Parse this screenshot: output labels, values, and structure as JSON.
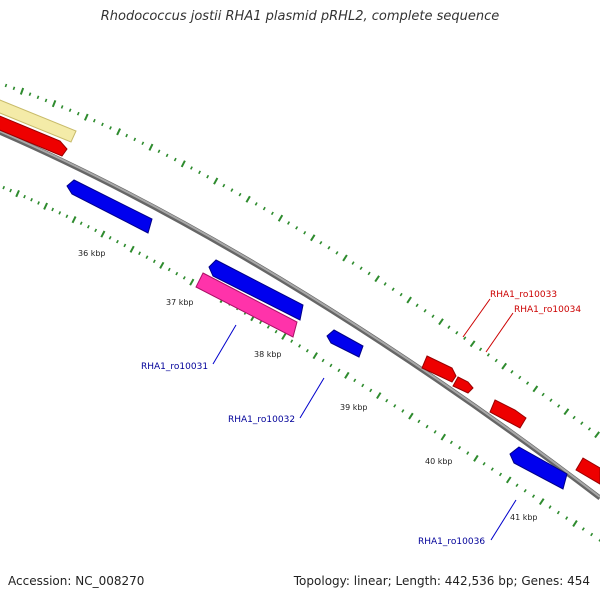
{
  "title": "Rhodococcus jostii RHA1 plasmid pRHL2, complete sequence",
  "footer": {
    "accession": "Accession: NC_008270",
    "summary": "Topology: linear; Length: 442,536 bp; Genes: 454"
  },
  "kbp_ticks": [
    "36 kbp",
    "37 kbp",
    "38 kbp",
    "39 kbp",
    "40 kbp",
    "41 kbp"
  ],
  "gene_labels": {
    "ro10031": "RHA1_ro10031",
    "ro10032": "RHA1_ro10032",
    "ro10033": "RHA1_ro10033",
    "ro10034": "RHA1_ro10034",
    "ro10036": "RHA1_ro10036"
  },
  "colors": {
    "backbone": "#888888",
    "tick": "#2e8b2e",
    "forward_gene": "#ff0000",
    "reverse_gene": "#0000ff",
    "highlight_gene": "#ff33aa",
    "other_feature": "#f0e6a0",
    "label_red": "#cc0000",
    "label_blue": "#000099"
  }
}
